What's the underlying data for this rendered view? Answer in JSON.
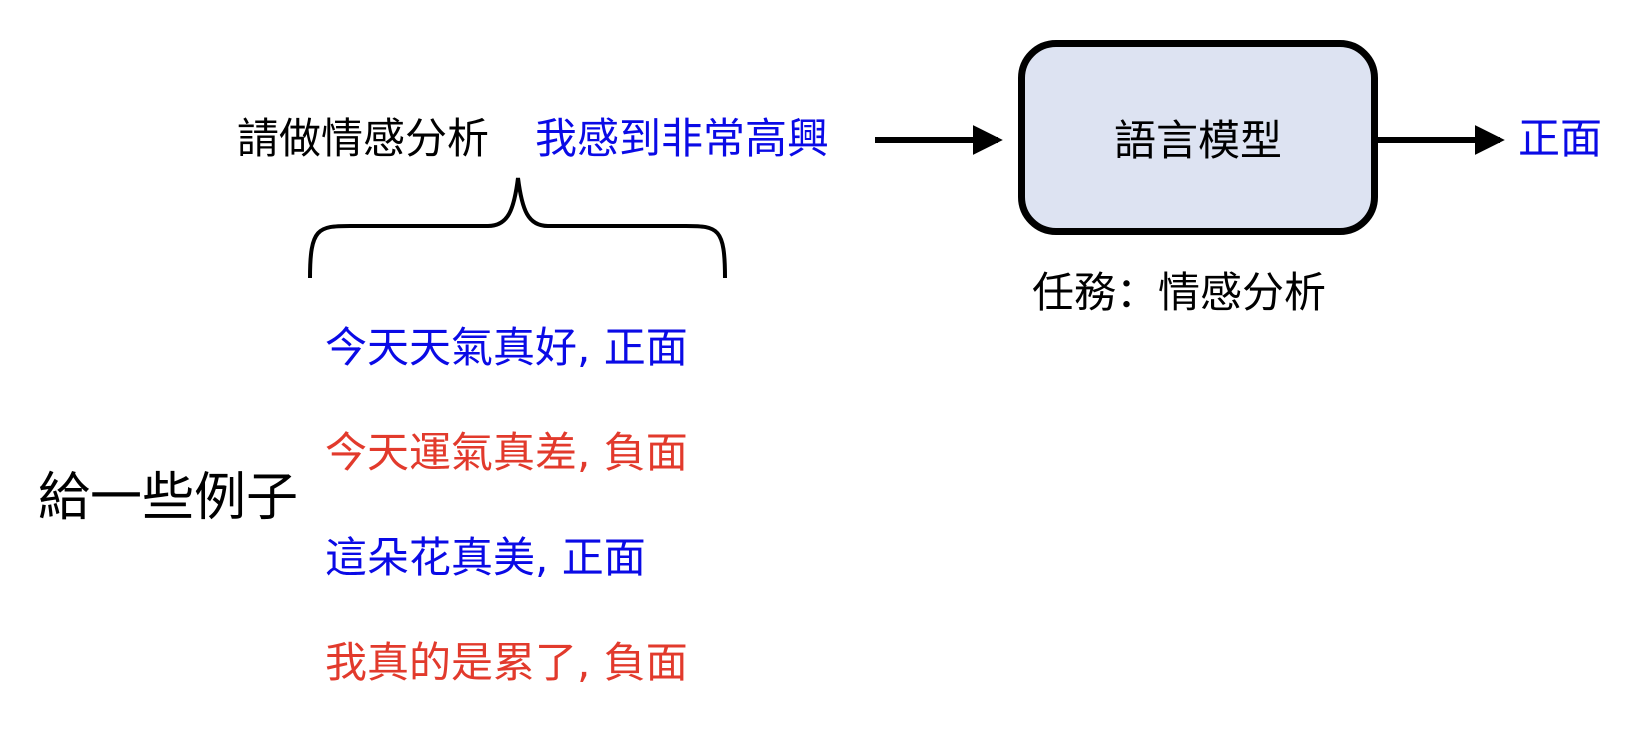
{
  "colors": {
    "positive": "#0a0ae6",
    "negative": "#e23a2c",
    "box_fill": "#dde3f2",
    "line": "#000000"
  },
  "prompt": {
    "instruction": "請做情感分析",
    "input": "我感到非常高興"
  },
  "model": {
    "label": "語言模型"
  },
  "output": {
    "label": "正面"
  },
  "task": {
    "label": "任務：情感分析"
  },
  "examples_caption": "給一些例子",
  "examples": [
    {
      "text": "今天天氣真好, 正面",
      "sentiment": "positive"
    },
    {
      "text": "今天運氣真差, 負面",
      "sentiment": "negative"
    },
    {
      "text": "這朵花真美, 正面",
      "sentiment": "positive"
    },
    {
      "text": "我真的是累了, 負面",
      "sentiment": "negative"
    }
  ]
}
